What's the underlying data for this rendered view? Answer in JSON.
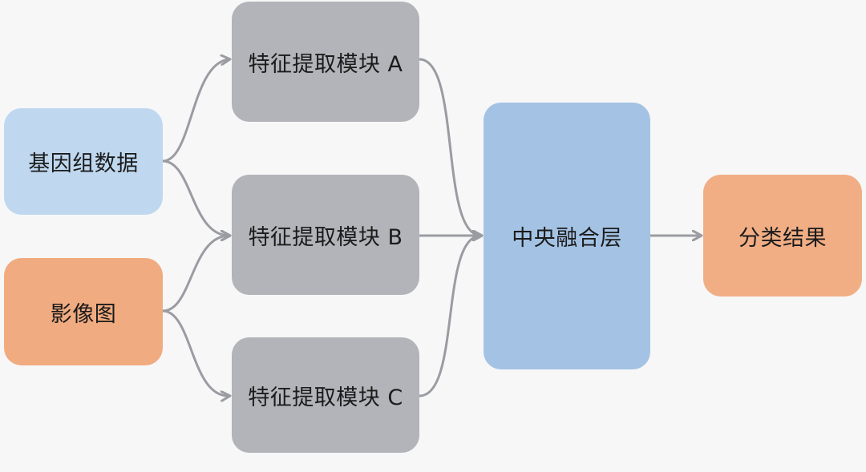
{
  "diagram": {
    "inputs": {
      "genome_label": "基因组数据",
      "image_label": "影像图"
    },
    "modules": {
      "a_label": "特征提取模块 A",
      "b_label": "特征提取模块 B",
      "c_label": "特征提取模块 C"
    },
    "fusion_label": "中央融合层",
    "result_label": "分类结果",
    "colors": {
      "input_genome": "#bfd8ef",
      "input_image": "#f1ab80",
      "module": "#b2b4b9",
      "fusion": "#a4c3e4",
      "result": "#f1ae85",
      "connector": "#9a9ca1"
    }
  }
}
